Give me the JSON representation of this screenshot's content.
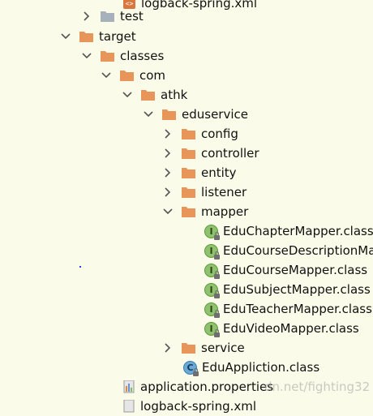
{
  "tree": {
    "top_partial": "logback-spring.xml",
    "test": "test",
    "target": "target",
    "classes": "classes",
    "com": "com",
    "athk": "athk",
    "eduservice": "eduservice",
    "config": "config",
    "controller": "controller",
    "entity": "entity",
    "listener": "listener",
    "mapper": "mapper",
    "mapper_files": [
      "EduChapterMapper.class",
      "EduCourseDescriptionMa",
      "EduCourseMapper.class",
      "EduSubjectMapper.class",
      "EduTeacherMapper.class",
      "EduVideoMapper.class"
    ],
    "service": "service",
    "app_class": "EduAppliction.class",
    "app_properties": "application.properties",
    "bottom_partial": "logback-spring.xml"
  },
  "watermark": "dn.net/fighting32",
  "colors": {
    "background": "#fbfbe9",
    "folder": "#e8955a",
    "gray_folder": "#a7b1bc"
  }
}
